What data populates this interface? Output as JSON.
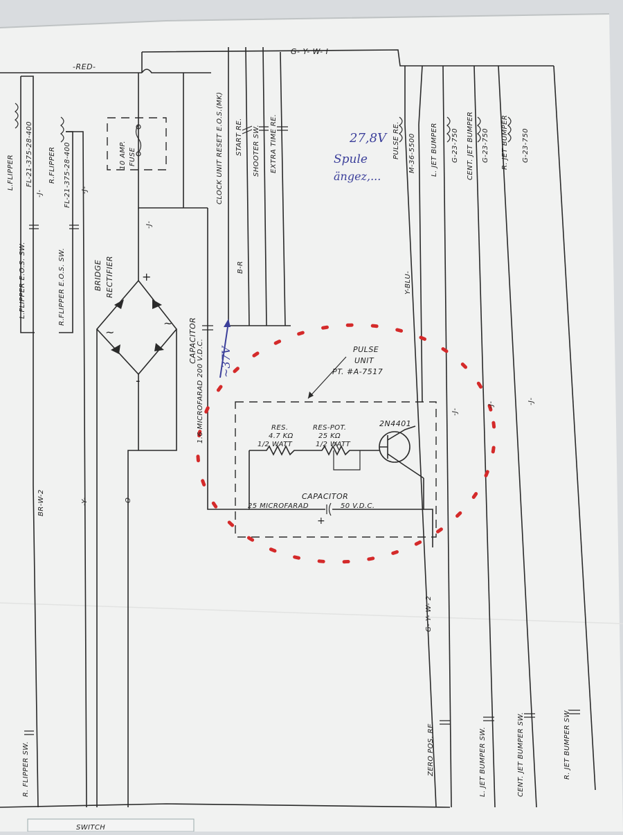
{
  "labels": {
    "red": "-RED-",
    "gyw1": "G- Y- W- I",
    "gyw2": "G- Y- W- 2",
    "brw2": "BR-W-2",
    "y": "-Y-",
    "o": "-O-",
    "br": "B-R",
    "yblu": "Y-BLU-",
    "j": "-J-",
    "l_flipper": "L.FLIPPER",
    "r_flipper": "R.FLIPPER",
    "fl_left": "FL-21-375-28-400",
    "fl_right": "FL-21-375-28-400",
    "l_flipper_eos": "L.FLIPPER E.O.S. SW.",
    "r_flipper_eos": "R.FLIPPER E.O.S. SW.",
    "r_flipper_sw": "R. FLIPPER SW.",
    "fuse_1": "10 AMP.",
    "fuse_2": "FUSE",
    "bridge_1": "BRIDGE",
    "bridge_2": "RECTIFIER",
    "plus": "+",
    "minus": "-",
    "tilde_l": "~",
    "tilde_r": "~",
    "cap_main_1": "CAPACITOR",
    "cap_main_2": "1.6 MICROFARAD 200 V.D.C.",
    "clock_reset": "CLOCK UNIT RESET E.O.S.(MK)",
    "start_re": "START RE.",
    "shooter_sw": "SHOOTER SW.",
    "extra_time": "EXTRA TIME RE.",
    "pulse_re": "PULSE RE.",
    "m36": "M-36-5500",
    "l_jet": "L. JET BUMPER",
    "cent_jet": "CENT. JET BUMPER",
    "r_jet": "R. JET BUMPER",
    "g23_1": "G-23-750",
    "g23_2": "G-23-750",
    "g23_3": "G-23-750",
    "pulse_unit_1": "PULSE",
    "pulse_unit_2": "UNIT",
    "pulse_unit_3": "PT. #A-7517",
    "res_1": "RES.",
    "res_2": "4.7 KΩ",
    "res_3": "1/2 WATT",
    "pot_1": "RES-POT.",
    "pot_2": "25 KΩ",
    "pot_3": "1/2 WATT",
    "transistor": "2N4401",
    "cap_pu_1": "CAPACITOR",
    "cap_pu_2": "25 MICROFARAD",
    "cap_pu_3": "50 V.D.C.",
    "zero_pos": "ZERO POS. RE.",
    "l_jet_sw": "L. JET BUMPER SW.",
    "cent_jet_sw": "CENT. JET BUMPER SW.",
    "r_jet_sw": "R. JET BUMPER SW.",
    "switch_footer": "SWITCH"
  },
  "handwriting": {
    "voltage_note": "27,8V",
    "note_line1": "Spule",
    "note_line2": "ängez,...",
    "arrow_note": "~37V"
  },
  "colors": {
    "paper": "#f1f2f1",
    "ink": "#2a2a2a",
    "red_marker": "#d42a2a",
    "blue_pen": "#3b3f9a"
  }
}
